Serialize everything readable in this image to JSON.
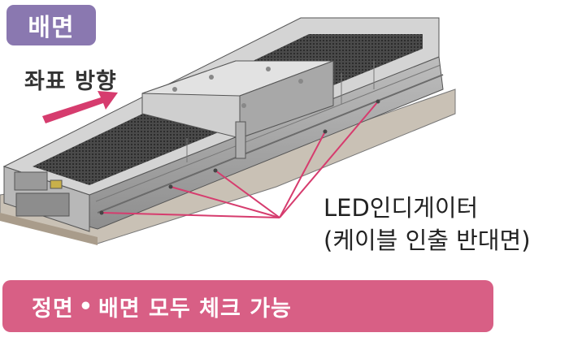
{
  "badge": {
    "label": "배면",
    "color": "#8a78b0"
  },
  "coordinate": {
    "label": "좌표 방향",
    "arrow_color": "#d63c6e"
  },
  "led_label": {
    "line1": "LED인디게이터",
    "line2": "(케이블 인출 반대면)",
    "leader_color": "#d63c6e"
  },
  "footer": {
    "part1": "정면",
    "separator": "•",
    "part2": "배면 모두 체크 가능",
    "color": "#d85f85"
  }
}
